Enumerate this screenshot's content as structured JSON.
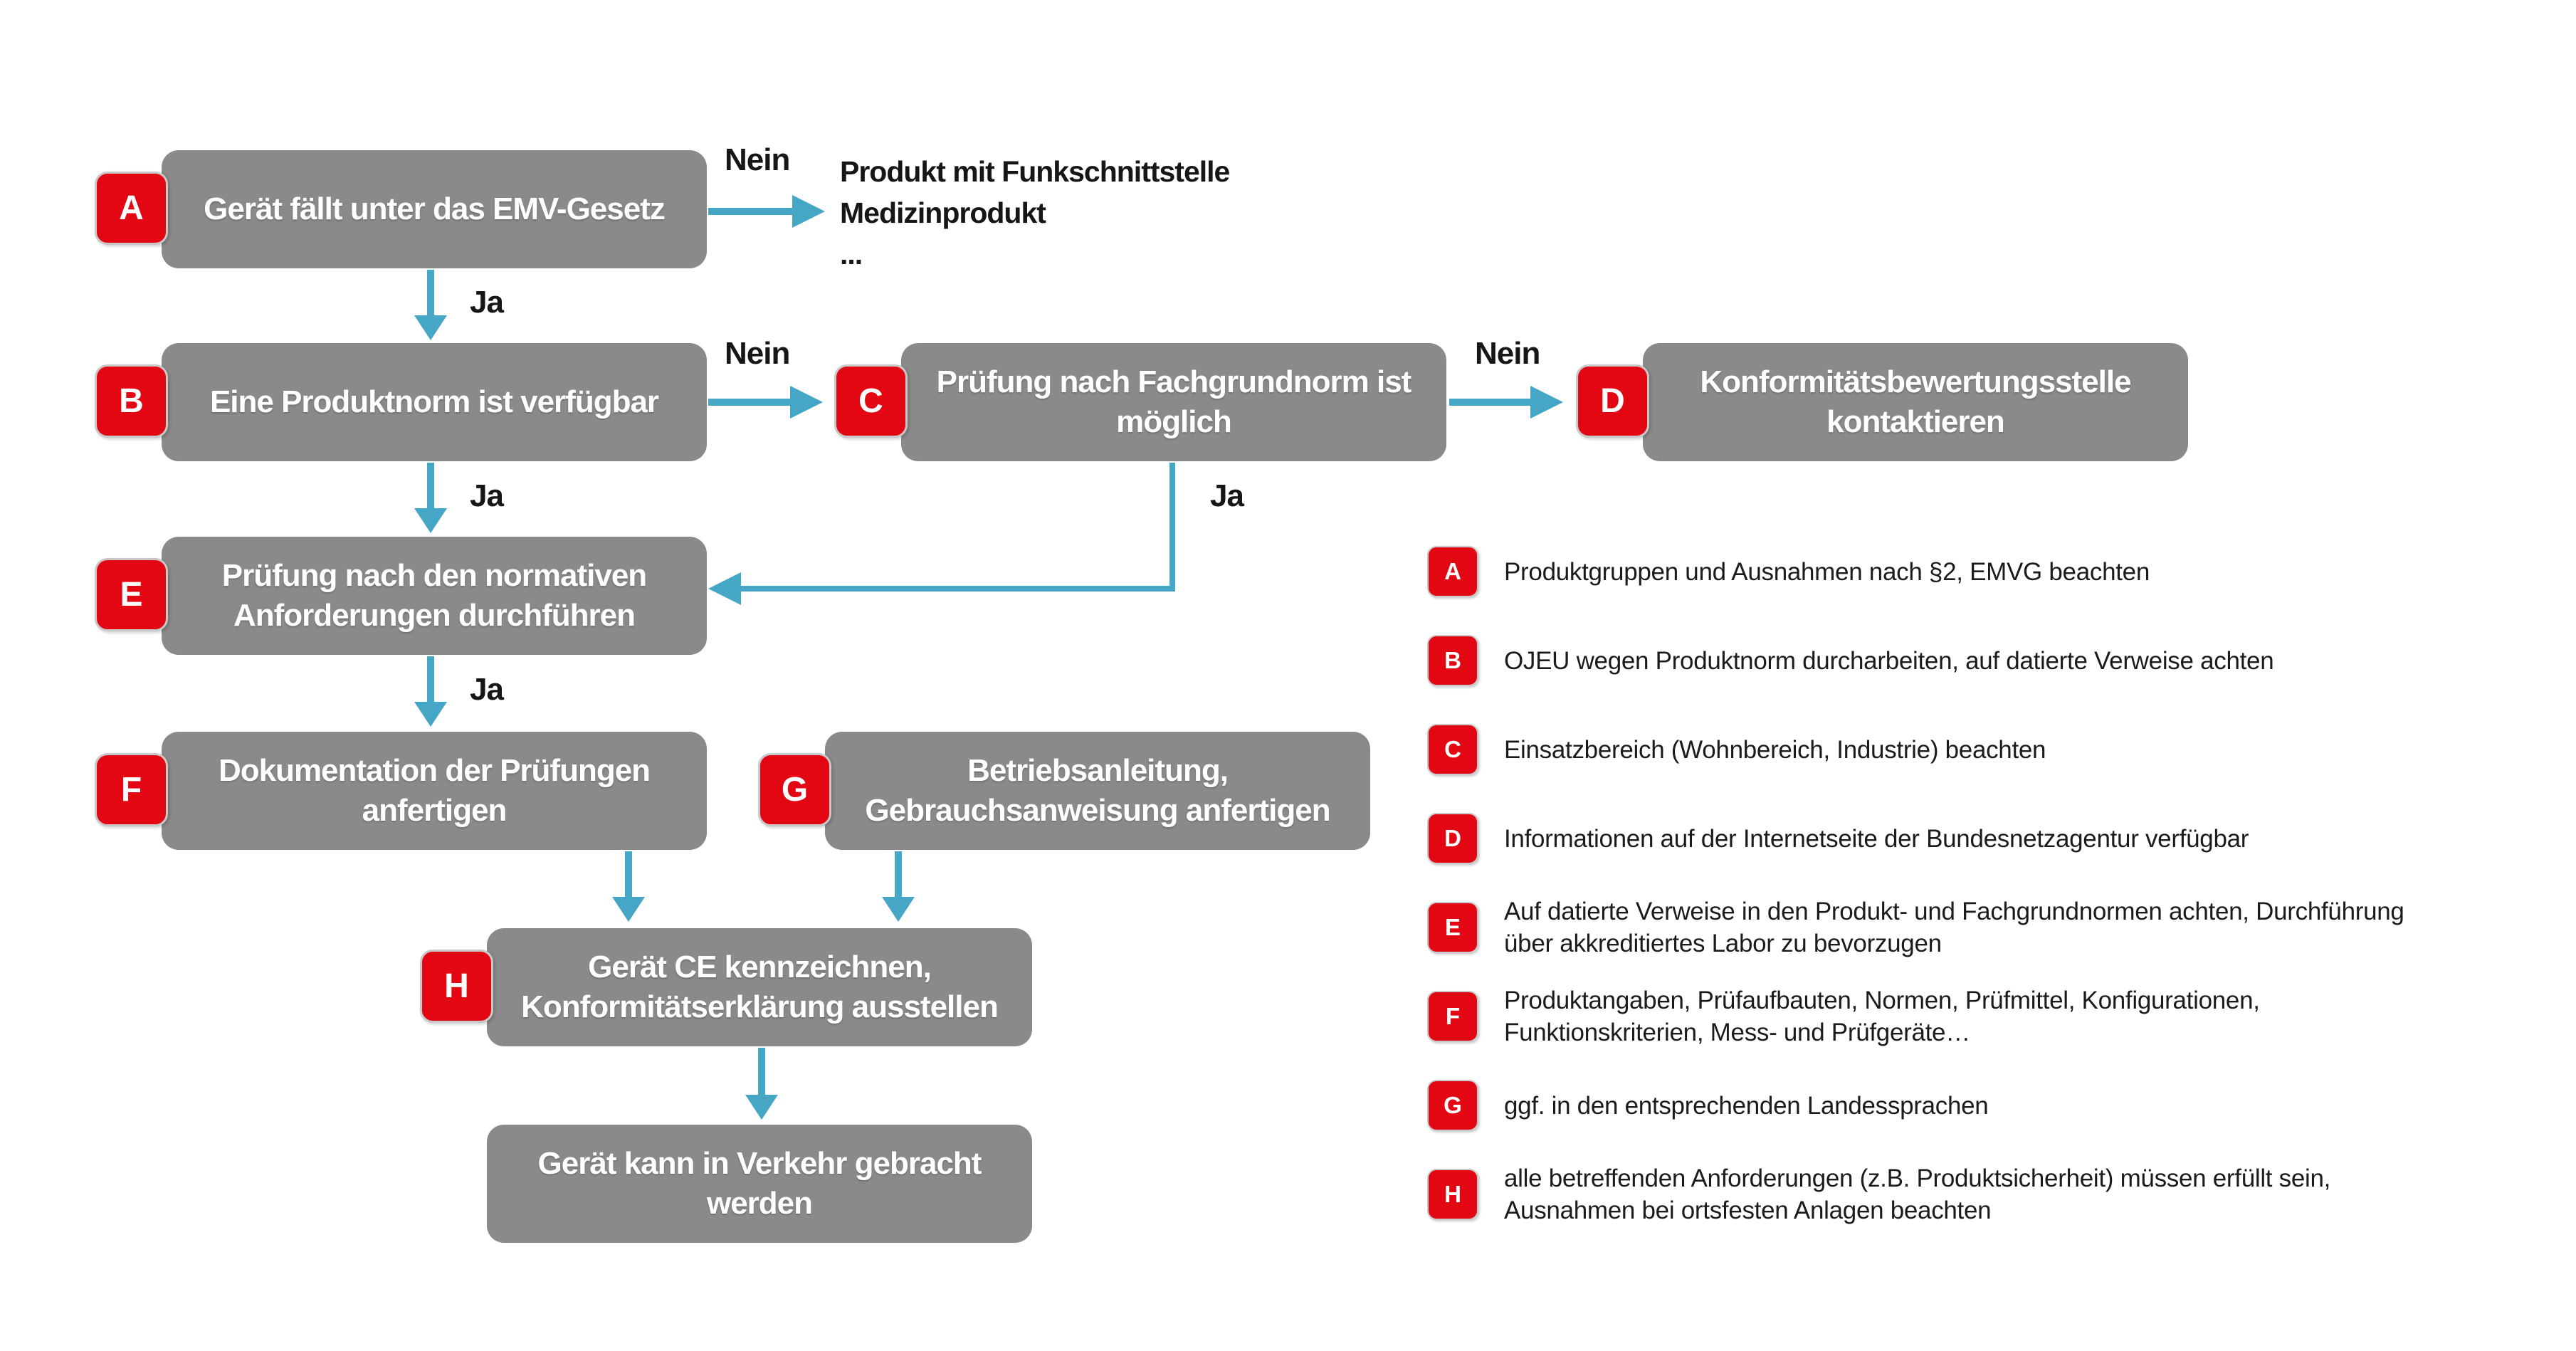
{
  "colors": {
    "accent_red": "#E30613",
    "arrow_teal": "#45A6C5",
    "box_gray": "#8A8A8A",
    "text_black": "#161616"
  },
  "flow": {
    "boxes": [
      {
        "key": "A",
        "text": "Gerät fällt unter das EMV-Gesetz"
      },
      {
        "key": "B",
        "text": "Eine Produktnorm ist verfügbar"
      },
      {
        "key": "C",
        "text": "Prüfung nach Fachgrundnorm ist\nmöglich"
      },
      {
        "key": "D",
        "text": "Konformitätsbewertungsstelle\nkontaktieren"
      },
      {
        "key": "E",
        "text": "Prüfung nach den normativen\nAnforderungen durchführen"
      },
      {
        "key": "F",
        "text": "Dokumentation der Prüfungen\nanfertigen"
      },
      {
        "key": "G",
        "text": "Betriebsanleitung,\nGebrauchsanweisung anfertigen"
      },
      {
        "key": "H",
        "text": "Gerät CE kennzeichnen,\nKonformitätserklärung ausstellen"
      },
      {
        "key": "",
        "text": "Gerät kann in Verkehr gebracht\nwerden"
      }
    ],
    "edge_labels": {
      "a_no": "Nein",
      "a_yes": "Ja",
      "b_no": "Nein",
      "b_yes": "Ja",
      "c_no": "Nein",
      "c_yes": "Ja",
      "e_yes": "Ja"
    },
    "exit_note": "Produkt mit Funkschnittstelle\nMedizinprodukt\n..."
  },
  "legend": {
    "items": [
      {
        "key": "A",
        "text": "Produktgruppen und Ausnahmen nach §2, EMVG beachten"
      },
      {
        "key": "B",
        "text": "OJEU wegen Produktnorm durcharbeiten, auf datierte Verweise achten"
      },
      {
        "key": "C",
        "text": "Einsatzbereich (Wohnbereich, Industrie) beachten"
      },
      {
        "key": "D",
        "text": "Informationen auf der Internetseite der Bundesnetzagentur verfügbar"
      },
      {
        "key": "E",
        "text": "Auf datierte Verweise in den Produkt- und Fachgrundnormen achten, Durchführung\nüber akkreditiertes Labor zu bevorzugen"
      },
      {
        "key": "F",
        "text": "Produktangaben, Prüfaufbauten, Normen, Prüfmittel, Konfigurationen,\nFunktionskriterien, Mess- und Prüfgeräte…"
      },
      {
        "key": "G",
        "text": "ggf. in den entsprechenden Landessprachen"
      },
      {
        "key": "H",
        "text": "alle betreffenden Anforderungen (z.B. Produktsicherheit) müssen erfüllt sein,\nAusnahmen bei ortsfesten Anlagen beachten"
      }
    ]
  }
}
